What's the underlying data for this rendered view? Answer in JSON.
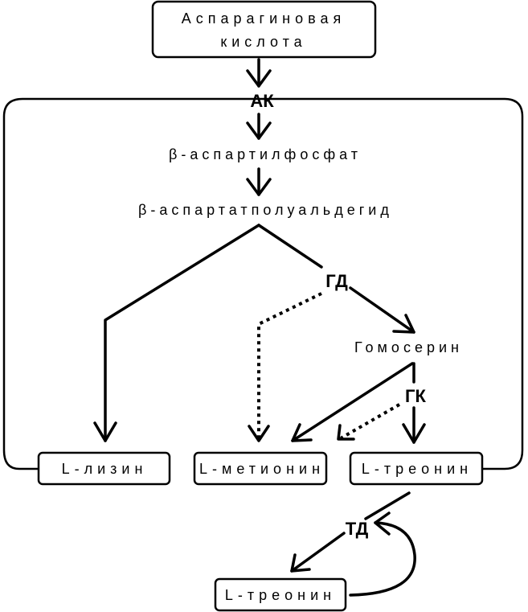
{
  "substrate": {
    "line1": "Аспарагиновая",
    "line2": "кислота"
  },
  "intermediates": {
    "aspartyl_phosphate": "β-аспартилфосфат",
    "aspartate_semialdehyde": "β-аспартатполуальдегид",
    "homoserine": "Гомосерин"
  },
  "enzymes": {
    "ak": "АК",
    "gd": "ГД",
    "gk": "ГК",
    "td": "ТД"
  },
  "products": {
    "lysine": "L-лизин",
    "methionine": "L-метионин",
    "threonine": "L-треонин",
    "threonine_bottom": "L-треонин"
  }
}
